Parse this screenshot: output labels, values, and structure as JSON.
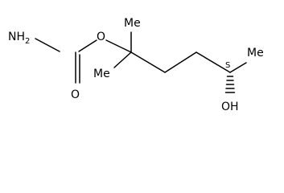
{
  "molecule": {
    "atoms": {
      "nh2": {
        "text": "NH",
        "subscript": "2"
      },
      "ester_oxygen": {
        "text": "O"
      },
      "carbonyl_oxygen": {
        "text": "O"
      },
      "methyl_upper": {
        "text": "Me"
      },
      "methyl_lower": {
        "text": "Me"
      },
      "methyl_right": {
        "text": "Me"
      },
      "hydroxyl": {
        "text": "OH"
      }
    },
    "stereo": {
      "label": "S"
    },
    "colors": {
      "bond": "#000000",
      "text": "#000000",
      "background": "#ffffff"
    }
  }
}
